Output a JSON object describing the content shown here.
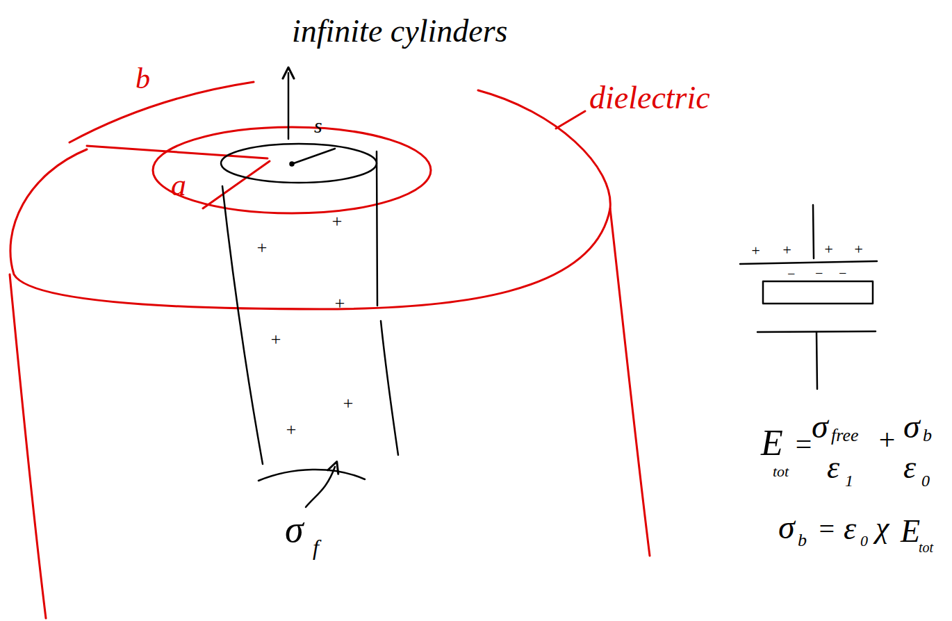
{
  "diagram": {
    "labels": [
      "infinite cylinders",
      "dielectric",
      "b",
      "a",
      "s",
      "+",
      "+",
      "+",
      "+",
      "+",
      "+",
      "σ",
      "f",
      "+",
      "+",
      "+",
      "+",
      "−",
      "−",
      "−",
      "E",
      "tot",
      "=",
      "σ",
      "free",
      "ε",
      "1",
      "+",
      "σ",
      "b",
      "ε",
      "0",
      "σ",
      "b",
      "=",
      "ε",
      "0",
      "χ",
      "E",
      "tot"
    ]
  }
}
